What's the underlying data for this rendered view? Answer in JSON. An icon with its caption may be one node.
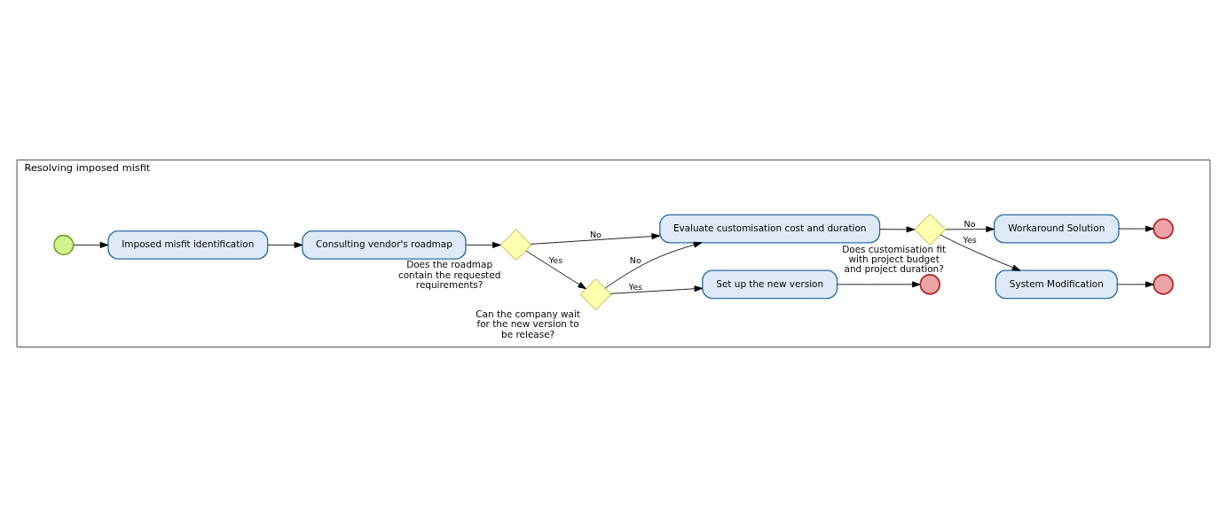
{
  "diagram": {
    "nodes": [
      {
        "text": [
          "Resolving imposed misfit"
        ]
      },
      {
        "text": [],
        "shape": "circle",
        "in": 0
      },
      {
        "text": [
          "Imposed misfit identification"
        ],
        "in": 0
      },
      {
        "text": [
          "Consulting vendor's roadmap"
        ],
        "in": 0
      },
      {
        "text": [],
        "shape": "diamond",
        "in": 0,
        "beside": [
          "Does the roadmap contain the requested requirements?"
        ]
      },
      {
        "text": [],
        "shape": "diamond",
        "in": 0,
        "beside": [
          "Can the company wait for the new version to be release?"
        ]
      },
      {
        "text": [
          "Set up the new version"
        ],
        "in": 0
      },
      {
        "text": [],
        "shape": "circle",
        "in": 0
      },
      {
        "text": [
          "Evaluate customisation cost and duration"
        ],
        "in": 0
      },
      {
        "text": [],
        "shape": "diamond",
        "in": 0,
        "beside": [
          "Does customisation fit with project budget and project duration?"
        ]
      },
      {
        "text": [
          "System Modification"
        ],
        "in": 0
      },
      {
        "text": [],
        "shape": "circle",
        "in": 0
      },
      {
        "text": [
          "Workaround Solution"
        ],
        "in": 0
      },
      {
        "text": [],
        "shape": "circle",
        "in": 0
      }
    ],
    "edges": [
      {
        "from": 1,
        "to": 2,
        "arrow": "to"
      },
      {
        "from": 2,
        "to": 3,
        "arrow": "to"
      },
      {
        "from": 3,
        "to": 4,
        "arrow": "to"
      },
      {
        "from": 4,
        "to": 5,
        "arrow": "to",
        "label": "Yes"
      },
      {
        "from": 5,
        "to": 6,
        "arrow": "to",
        "label": "Yes"
      },
      {
        "from": 6,
        "to": 7,
        "arrow": "to"
      },
      {
        "from": 4,
        "to": 8,
        "arrow": "to",
        "label": "No"
      },
      {
        "from": 5,
        "to": 8,
        "arrow": "to",
        "label": "No"
      },
      {
        "from": 8,
        "to": 9,
        "arrow": "to"
      },
      {
        "from": 9,
        "to": 10,
        "arrow": "to",
        "label": "Yes"
      },
      {
        "from": 9,
        "to": 12,
        "arrow": "to",
        "label": "No"
      },
      {
        "from": 10,
        "to": 11,
        "arrow": "to"
      },
      {
        "from": 12,
        "to": 13,
        "arrow": "to"
      }
    ]
  }
}
